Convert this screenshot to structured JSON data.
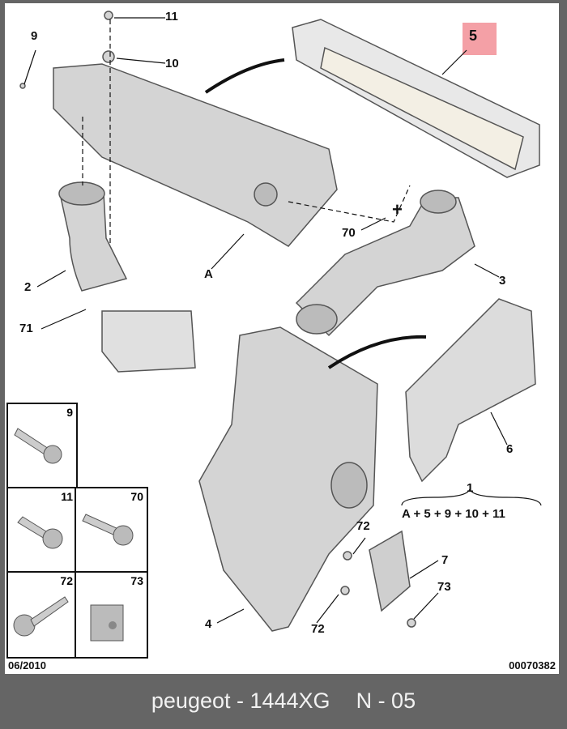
{
  "diagram": {
    "callouts": {
      "p11": "11",
      "p10": "10",
      "p9": "9",
      "p5": "5",
      "p70": "70",
      "p3": "3",
      "p2": "2",
      "pA": "A",
      "p71": "71",
      "p6": "6",
      "p1": "1",
      "p72a": "72",
      "p7": "7",
      "p73": "73",
      "p72b": "72",
      "p4": "4"
    },
    "assembly_formula": "A + 5 + 9 + 10 + 11",
    "highlight_color": "#f4a0a6",
    "legend": [
      "9",
      "11",
      "70",
      "72",
      "73"
    ],
    "date": "06/2010",
    "drawing_number": "00070382"
  },
  "footer": {
    "brand_code": "peugeot - 1444XG",
    "section": "N - 05"
  }
}
